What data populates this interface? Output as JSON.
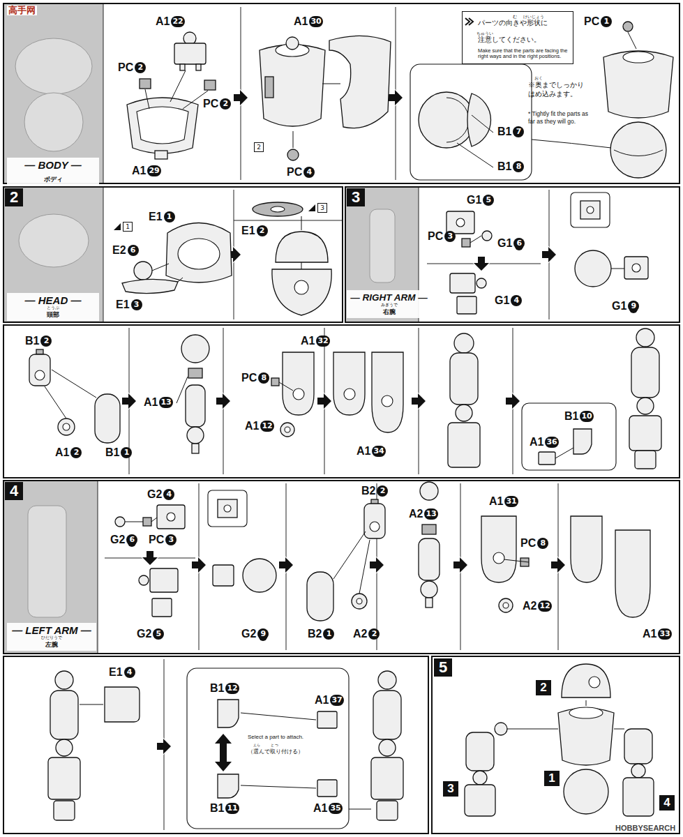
{
  "diagram": {
    "nodes": [
      {
        "text": [
          "— BODY —",
          "ボディ"
        ]
      },
      {
        "text": [
          "パーツの向きや形状に 注意してください。",
          "Make sure that the parts are facing the right ways and in the right positions."
        ]
      },
      {
        "text": [
          "— HEAD —",
          "頭部"
        ]
      },
      {
        "text": [
          "— RIGHT ARM —",
          "右腕"
        ]
      },
      {
        "text": [
          "— LEFT ARM —",
          "左腕"
        ]
      }
    ],
    "labels": [
      "高手网",
      "A1",
      "22",
      "PC",
      "2",
      "PC",
      "2",
      "A1",
      "29",
      "A1",
      "30",
      "2",
      "PC",
      "4",
      "PC",
      "1",
      "おく",
      "※奥までしっかり はめ込みます。",
      "* Tightly fit the parts as far as they will go.",
      "B1",
      "7",
      "B1",
      "8",
      "2",
      "とうぶ",
      "1",
      "E1",
      "1",
      "E2",
      "6",
      "E1",
      "3",
      "3",
      "E1",
      "2",
      "3",
      "みぎうで",
      "G1",
      "5",
      "PC",
      "3",
      "G1",
      "6",
      "G1",
      "4",
      "G1",
      "9",
      "B1",
      "2",
      "A1",
      "2",
      "B1",
      "1",
      "A1",
      "13",
      "A1",
      "32",
      "PC",
      "8",
      "A1",
      "12",
      "A1",
      "34",
      "A1",
      "36",
      "B1",
      "10",
      "4",
      "ひだりうで",
      "G2",
      "4",
      "G2",
      "6",
      "PC",
      "3",
      "G2",
      "5",
      "G2",
      "9",
      "B2",
      "2",
      "B2",
      "1",
      "A2",
      "2",
      "A2",
      "13",
      "A1",
      "31",
      "PC",
      "8",
      "A2",
      "12",
      "A1",
      "33",
      "E1",
      "4",
      "B1",
      "12",
      "A1",
      "37",
      "Select a part to attach.",
      "えら",
      "と つ",
      "（選んで取り付ける）",
      "B1",
      "11",
      "A1",
      "35",
      "5",
      "2",
      "1",
      "3",
      "4",
      "HOBBYSEARCH",
      "む",
      "けいじょう",
      "ちゅうい"
    ]
  }
}
